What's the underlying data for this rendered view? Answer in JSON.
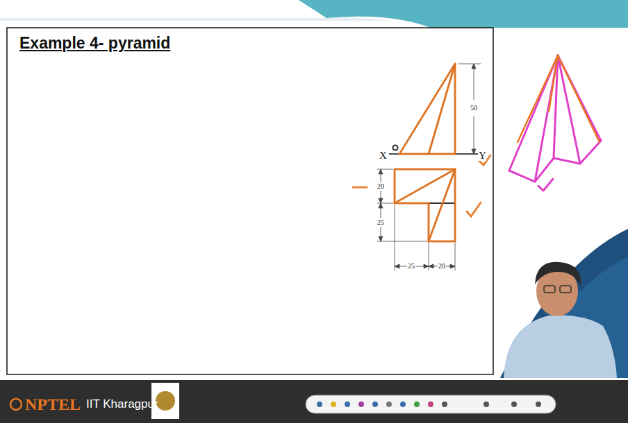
{
  "diagram": {
    "title": "Example 4- pyramid",
    "labels": [
      "X",
      "Y",
      "50",
      "20",
      "25",
      "25",
      "20",
      "NPTEL",
      "IIT Kharagpur"
    ]
  }
}
